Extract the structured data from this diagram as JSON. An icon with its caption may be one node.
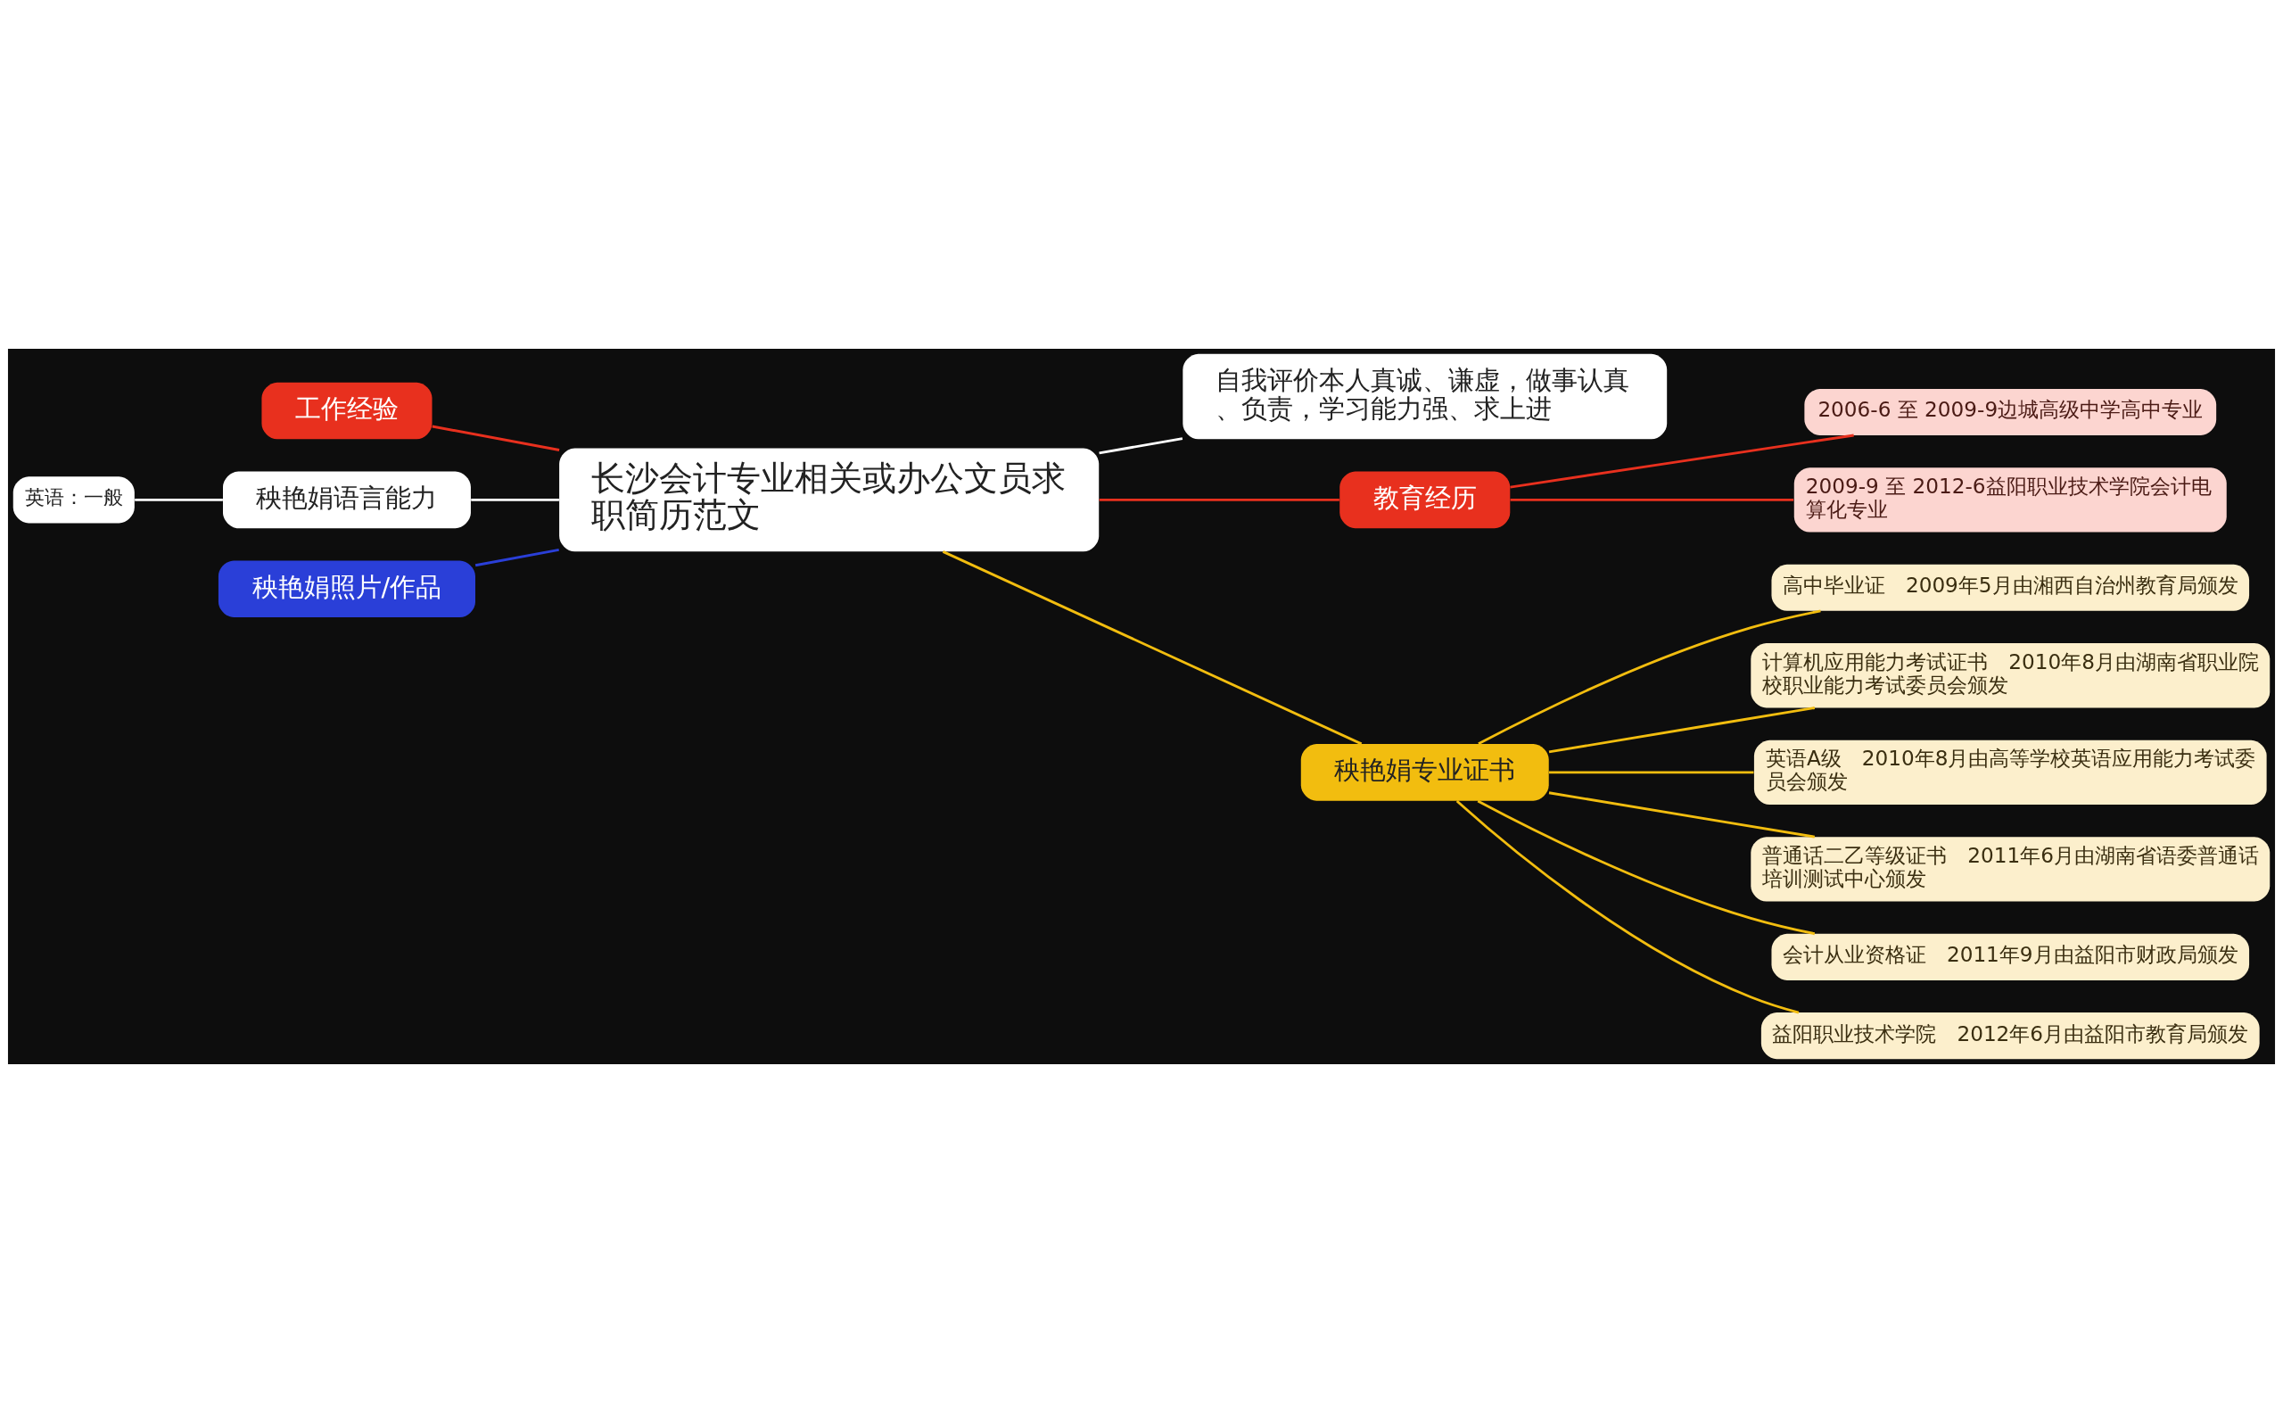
{
  "diagram": {
    "nodes": [
      {
        "text": [
          "长沙会计专业相关或办公文员求职简历范文"
        ]
      },
      {
        "text": [
          "自我评价本人真诚、谦虚，做事认真、负责，学习能力强、求上进"
        ]
      },
      {
        "text": [
          "教育经历"
        ]
      },
      {
        "text": [
          "2006-6 至 2009-9边城高级中学高中专业"
        ]
      },
      {
        "text": [
          "2009-9 至 2012-6益阳职业技术学院会计电算化专业"
        ]
      },
      {
        "text": [
          "秧艳娟专业证书"
        ]
      },
      {
        "text": [
          "高中毕业证　2009年5月由湘西自治州教育局颁发"
        ]
      },
      {
        "text": [
          "计算机应用能力考试证书　2010年8月由湖南省职业院校职业能力考试委员会颁发"
        ]
      },
      {
        "text": [
          "英语A级　2010年8月由高等学校英语应用能力考试委员会颁发"
        ]
      },
      {
        "text": [
          "普通话二乙等级证书　2011年6月由湖南省语委普通话培训测试中心颁发"
        ]
      },
      {
        "text": [
          "会计从业资格证　2011年9月由益阳市财政局颁发"
        ]
      },
      {
        "text": [
          "益阳职业技术学院　2012年6月由益阳市教育局颁发"
        ]
      },
      {
        "text": [
          "工作经验"
        ]
      },
      {
        "text": [
          "秧艳娟语言能力"
        ]
      },
      {
        "text": [
          "英语：一般"
        ]
      },
      {
        "text": [
          "秧艳娟照片/作品"
        ]
      }
    ],
    "edges": [
      {
        "from": 0,
        "to": 1,
        "arrow": "none",
        "color": "#ffffff"
      },
      {
        "from": 0,
        "to": 2,
        "arrow": "none",
        "color": "#e8301e"
      },
      {
        "from": 2,
        "to": 3,
        "arrow": "none",
        "color": "#e8301e"
      },
      {
        "from": 2,
        "to": 4,
        "arrow": "none",
        "color": "#e8301e"
      },
      {
        "from": 0,
        "to": 5,
        "arrow": "none"
      },
      {
        "from": 5,
        "to": 6,
        "arrow": "none"
      },
      {
        "from": 5,
        "to": 7,
        "arrow": "none"
      },
      {
        "from": 5,
        "to": 8,
        "arrow": "none"
      },
      {
        "from": 5,
        "to": 9,
        "arrow": "none"
      },
      {
        "from": 5,
        "to": 10,
        "arrow": "none"
      },
      {
        "from": 5,
        "to": 11,
        "arrow": "none"
      },
      {
        "from": 12,
        "to": 0,
        "arrow": "none",
        "color": "#e8301e"
      },
      {
        "from": 14,
        "to": 13,
        "arrow": "none",
        "color": "#ffffff"
      },
      {
        "from": 13,
        "to": 0,
        "arrow": "none",
        "color": "#ffffff"
      },
      {
        "from": 15,
        "to": 0,
        "arrow": "none",
        "color": "#2a3fd8"
      }
    ]
  }
}
